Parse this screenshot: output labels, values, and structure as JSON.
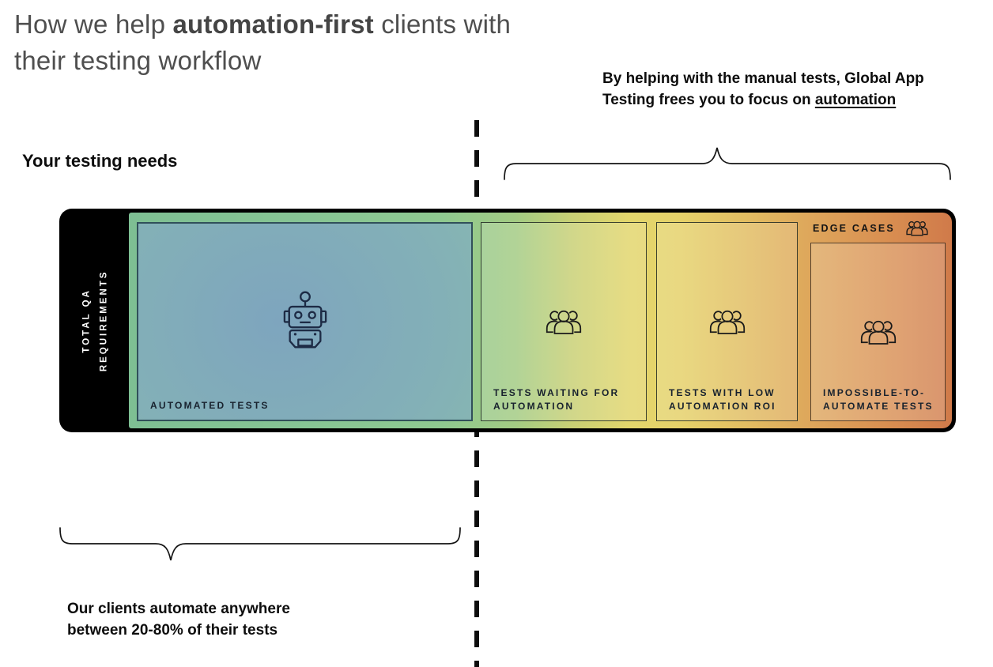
{
  "title": {
    "prefix": "How we help ",
    "emphasis": "automation-first",
    "suffix": " clients with their testing workflow"
  },
  "right_note": {
    "text": "By helping with the manual tests, Global App Testing frees you to focus on ",
    "underlined": "automation"
  },
  "left_heading": "Your testing needs",
  "bottom_note": "Our clients automate anywhere between 20-80% of their tests",
  "bar": {
    "side_label_line1": "TOTAL QA",
    "side_label_line2": "REQUIREMENTS",
    "edge_cases_label": "EDGE CASES",
    "sections": [
      {
        "label": "AUTOMATED TESTS",
        "icon": "robot-icon"
      },
      {
        "label": "TESTS WAITING FOR AUTOMATION",
        "icon": "people-group-icon"
      },
      {
        "label": "TESTS WITH LOW AUTOMATION ROI",
        "icon": "people-group-icon"
      },
      {
        "label": "IMPOSSIBLE-TO-AUTOMATE TESTS",
        "icon": "people-group-icon"
      }
    ]
  },
  "colors": {
    "title_text": "#4f4f4f",
    "body_text": "#0d0d0d",
    "bar_outline": "#000000",
    "side_label_text": "#ffffff",
    "gradient_green": "#7ebf93",
    "gradient_yellow": "#e5d169",
    "gradient_orange": "#d07a4a",
    "automated_box_blue": "#7ea5be",
    "automated_box_teal": "#8dc1a9",
    "robot_outline": "#1d2b45",
    "people_outline": "#1a1a1a"
  }
}
